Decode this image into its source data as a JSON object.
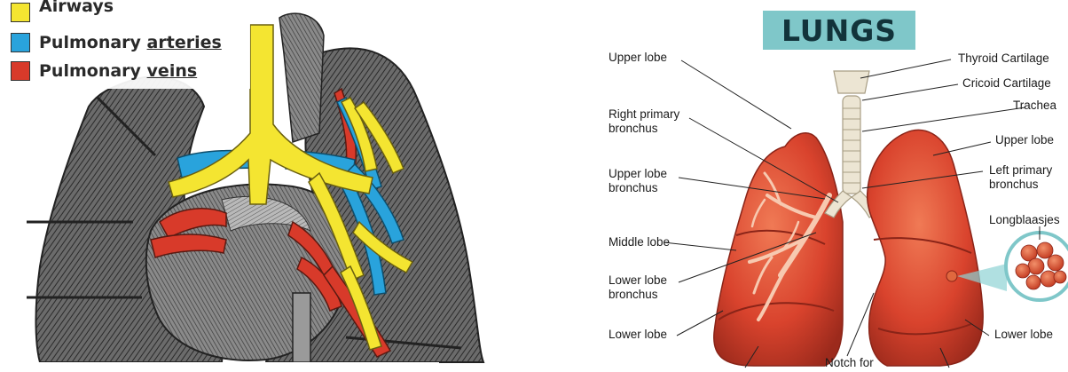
{
  "legend": {
    "items": [
      {
        "prefix": "",
        "text": "Airways",
        "color": "#f4e531"
      },
      {
        "prefix": "Pulmonary ",
        "text": "arteries",
        "color": "#29a3dc"
      },
      {
        "prefix": "Pulmonary ",
        "text": "veins",
        "color": "#d83a2a"
      }
    ]
  },
  "right": {
    "title": "LUNGS",
    "labels": {
      "upper_lobe_left": "Upper lobe",
      "right_primary_bronchus": "Right primary\nbronchus",
      "upper_lobe_bronchus": "Upper lobe\nbronchus",
      "middle_lobe": "Middle lobe",
      "lower_lobe_bronchus": "Lower lobe\nbronchus",
      "lower_lobe_left": "Lower lobe",
      "thyroid_cartilage": "Thyroid Cartilage",
      "cricoid_cartilage": "Cricoid Cartilage",
      "trachea": "Trachea",
      "upper_lobe_right": "Upper lobe",
      "left_primary_bronchus": "Left primary\nbronchus",
      "longblaasjes": "Longblaasjes",
      "lower_lobe_right": "Lower lobe",
      "notch_for": "Notch for"
    }
  },
  "colors": {
    "airway": "#f4e531",
    "artery": "#29a3dc",
    "vein": "#d83a2a",
    "lung_red": "#d9432d",
    "title_bg": "#7fc7c9"
  }
}
